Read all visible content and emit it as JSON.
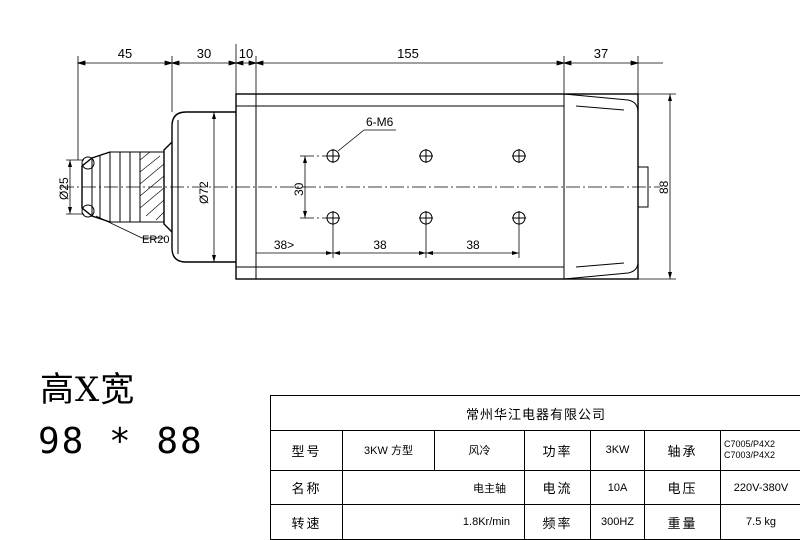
{
  "drawing": {
    "dimensions": {
      "top": [
        "45",
        "30",
        "10",
        "155",
        "37"
      ],
      "collet_dia": "Ø25",
      "flange_dia": "Ø72",
      "height": "88",
      "hole_spacing_v": "30",
      "hole_spacing_h": [
        "38>",
        "38",
        "38"
      ]
    },
    "labels": {
      "holes": "6-M6",
      "collet": "ER20"
    }
  },
  "size": {
    "title": "高X宽",
    "value": "98 * 88"
  },
  "spec_table": {
    "company": "常州华江电器有限公司",
    "rows": [
      {
        "label1": "型号",
        "value1a": "3KW 方型",
        "value1b": "风冷",
        "label2": "功率",
        "value2": "3KW",
        "label3": "轴承",
        "value3a": "C7005/P4X2",
        "value3b": "C7003/P4X2"
      },
      {
        "label1": "名称",
        "value1": "电主轴",
        "label2": "电流",
        "value2": "10A",
        "label3": "电压",
        "value3": "220V-380V"
      },
      {
        "label1": "转速",
        "value1": "1.8Kr/min",
        "label2": "频率",
        "value2": "300HZ",
        "label3": "重量",
        "value3": "7.5 kg"
      }
    ]
  }
}
